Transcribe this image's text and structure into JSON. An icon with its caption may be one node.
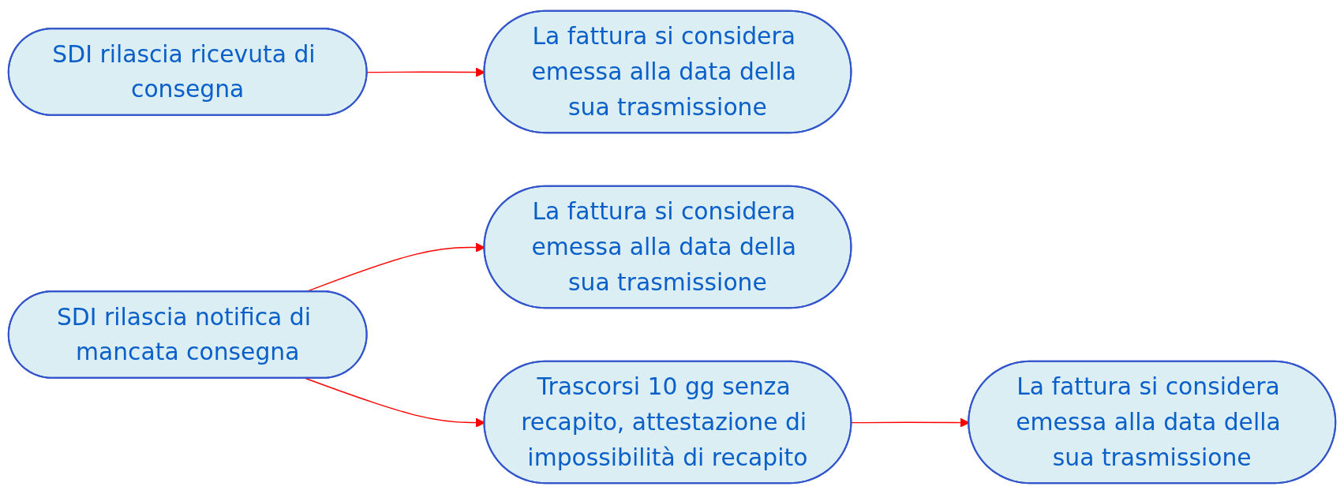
{
  "diagram": {
    "nodes": [
      {
        "text": [
          "SDI rilascia ricevuta di consegna"
        ]
      },
      {
        "text": [
          "La fattura si considera emessa alla data della sua trasmissione"
        ]
      },
      {
        "text": [
          "SDI rilascia notifica di mancata consegna"
        ]
      },
      {
        "text": [
          "La fattura si considera emessa alla data della sua trasmissione"
        ]
      },
      {
        "text": [
          "Trascorsi 10 gg senza recapito, attestazione di impossibilità di recapito"
        ]
      },
      {
        "text": [
          "La fattura si considera emessa alla data della sua trasmissione"
        ]
      }
    ],
    "edges": [
      {
        "from": 0,
        "to": 1,
        "arrow": "to",
        "color": "#ff0000"
      },
      {
        "from": 2,
        "to": 3,
        "arrow": "to",
        "color": "#ff0000"
      },
      {
        "from": 2,
        "to": 4,
        "arrow": "to",
        "color": "#ff0000"
      },
      {
        "from": 4,
        "to": 5,
        "arrow": "to",
        "color": "#ff0000"
      }
    ]
  }
}
